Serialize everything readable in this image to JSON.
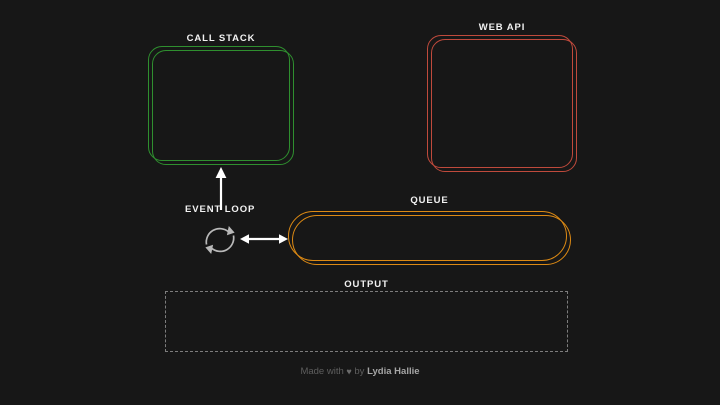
{
  "theme": {
    "background": "#171717",
    "call_stack_color": "#2f8f2f",
    "web_api_color": "#c04a3c",
    "queue_color": "#dd8a14",
    "output_color": "#7d7d7d",
    "arrow_color": "#ffffff",
    "title_color": "#f2f2f2",
    "footer_color": "#5e5e5e",
    "footer_author_color": "#a6a6a6"
  },
  "panels": {
    "call_stack": {
      "title": "CALL STACK",
      "items": []
    },
    "web_api": {
      "title": "WEB API",
      "items": []
    },
    "queue": {
      "title": "QUEUE",
      "items": []
    },
    "output": {
      "title": "OUTPUT",
      "items": []
    }
  },
  "event_loop": {
    "title": "EVENT LOOP",
    "loop_icon": "circular-refresh-icon",
    "up_arrow_icon": "arrow-up-icon",
    "side_arrow_icon": "arrow-left-right-icon"
  },
  "footer": {
    "prefix": "Made with",
    "heart": "♥",
    "by": "by",
    "author": "Lydia Hallie"
  }
}
